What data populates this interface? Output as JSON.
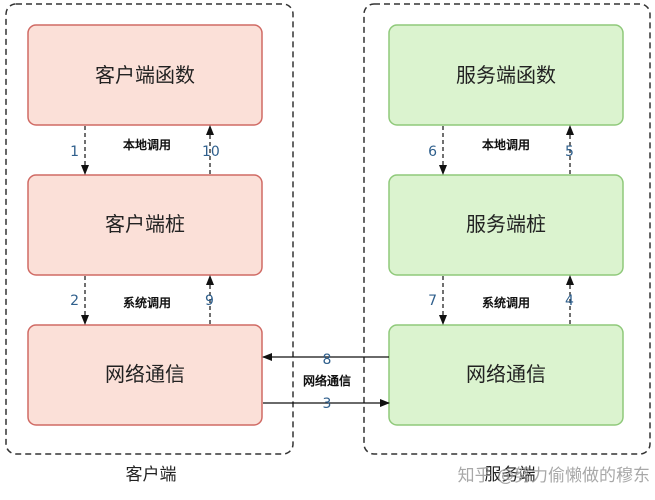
{
  "client": {
    "label": "客户端",
    "function_box": "客户端函数",
    "stub_box": "客户端桩",
    "network_box": "网络通信"
  },
  "server": {
    "label": "服务端",
    "function_box": "服务端函数",
    "stub_box": "服务端桩",
    "network_box": "网络通信"
  },
  "edges": {
    "local_call": "本地调用",
    "system_call": "系统调用",
    "network": "网络通信"
  },
  "steps": {
    "s1": "1",
    "s2": "2",
    "s3": "3",
    "s4": "4",
    "s5": "5",
    "s6": "6",
    "s7": "7",
    "s8": "8",
    "s9": "9",
    "s10": "10"
  },
  "watermark": "知乎 @努力偷懒做的穆东",
  "colors": {
    "client_fill": "#fbe0d8",
    "client_stroke": "#d06a64",
    "server_fill": "#dbf3cf",
    "server_stroke": "#8fc97a",
    "step_number": "#2f5f8c",
    "container_border": "#333333"
  }
}
